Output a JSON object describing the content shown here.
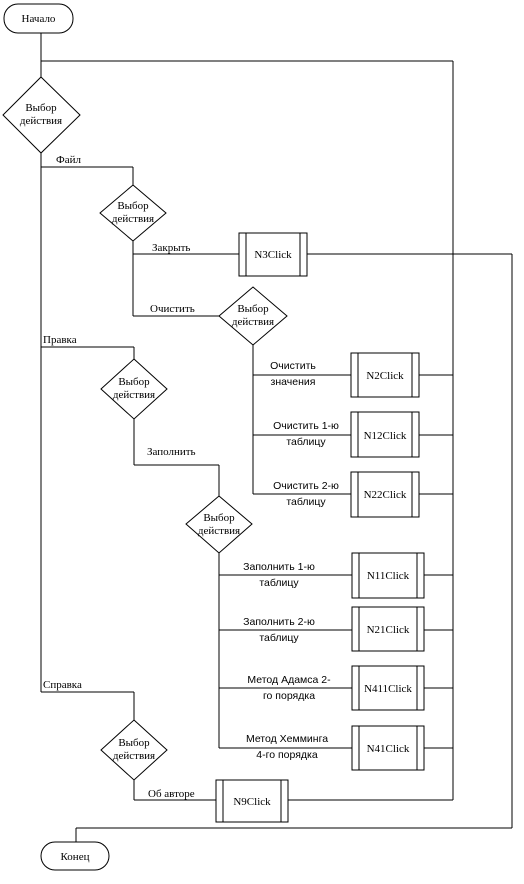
{
  "terminals": {
    "start": "Начало",
    "end": "Конец"
  },
  "decisions": {
    "d1": [
      "Выбор",
      "действия"
    ],
    "d2": [
      "Выбор",
      "действия"
    ],
    "d3": [
      "Выбор",
      "действия"
    ],
    "d4": [
      "Выбор",
      "действия"
    ],
    "d5": [
      "Выбор",
      "действия"
    ],
    "d6": [
      "Выбор",
      "действия"
    ]
  },
  "processes": {
    "n3": "N3Click",
    "n2": "N2Click",
    "n12": "N12Click",
    "n22": "N22Click",
    "n11": "N11Click",
    "n21": "N21Click",
    "n411": "N411Click",
    "n41": "N41Click",
    "n9": "N9Click"
  },
  "labels": {
    "file": "Файл",
    "edit": "Правка",
    "help": "Справка",
    "close": "Закрыть",
    "clear": "Очистить",
    "fill": "Заполнить",
    "about": "Об авторе",
    "clear_values": [
      "Очистить",
      "значения"
    ],
    "clear_table1": [
      "Очистить 1-ю",
      "таблицу"
    ],
    "clear_table2": [
      "Очистить 2-ю",
      "таблицу"
    ],
    "fill_table1": [
      "Заполнить 1-ю",
      "таблицу"
    ],
    "fill_table2": [
      "Заполнить 2-ю",
      "таблицу"
    ],
    "adams": [
      "Метод Адамса 2-",
      "го порядка"
    ],
    "hamming": [
      "Метод Хемминга",
      "4-го порядка"
    ]
  }
}
